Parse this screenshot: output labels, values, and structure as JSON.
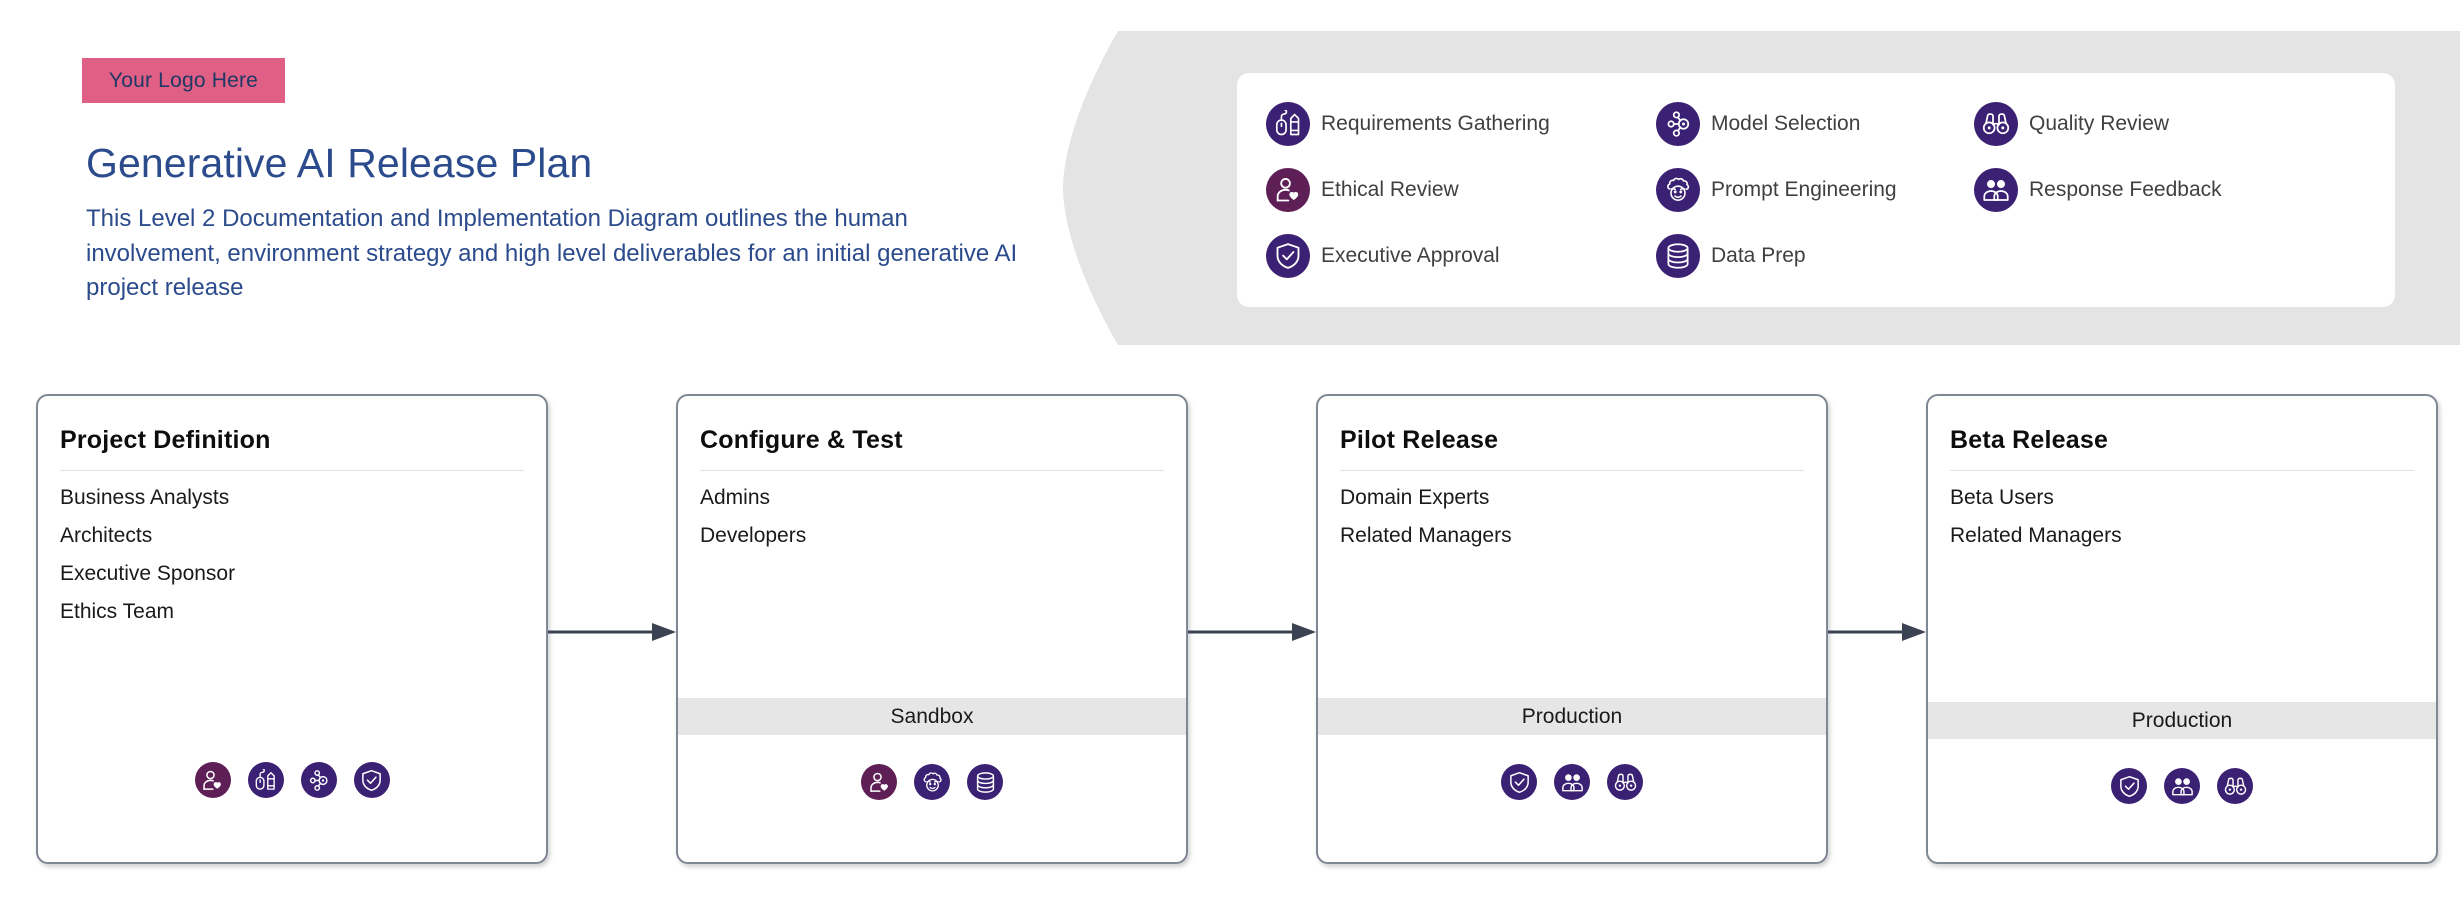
{
  "header": {
    "logo_badge": "Your Logo Here",
    "title": "Generative AI Release Plan",
    "subtitle": "This Level 2 Documentation and Implementation Diagram outlines the human involvement, environment strategy and high level deliverables for an initial generative AI project release"
  },
  "colors": {
    "brand_purple": "#3b2173",
    "brand_plum": "#5d1f55",
    "logo_pink": "#df5f85",
    "title_blue": "#2b4b8c",
    "banner_gray": "#e4e4e4",
    "band_gray": "#e6e6e6",
    "card_border": "#7e8793",
    "arrow": "#3b4252"
  },
  "legend": {
    "items": [
      {
        "label": "Requirements Gathering",
        "icon": "mouse-pencil-icon",
        "color": "#3b2173",
        "col": 1,
        "row": 1
      },
      {
        "label": "Ethical Review",
        "icon": "person-heart-icon",
        "color": "#5d1f55",
        "col": 1,
        "row": 2
      },
      {
        "label": "Executive Approval",
        "icon": "shield-check-icon",
        "color": "#3b2173",
        "col": 1,
        "row": 3
      },
      {
        "label": "Model Selection",
        "icon": "network-hub-icon",
        "color": "#3b2173",
        "col": 2,
        "row": 1
      },
      {
        "label": "Prompt Engineering",
        "icon": "brain-face-icon",
        "color": "#3b2173",
        "col": 2,
        "row": 2
      },
      {
        "label": "Data Prep",
        "icon": "database-icon",
        "color": "#3b2173",
        "col": 2,
        "row": 3
      },
      {
        "label": "Quality Review",
        "icon": "binoculars-icon",
        "color": "#3b2173",
        "col": 3,
        "row": 1
      },
      {
        "label": "Response Feedback",
        "icon": "two-people-icon",
        "color": "#3b2173",
        "col": 3,
        "row": 2
      }
    ]
  },
  "flow": {
    "cards": [
      {
        "title": "Project Definition",
        "roles": [
          "Business Analysts",
          "Architects",
          "Executive Sponsor",
          "Ethics Team"
        ],
        "environment": null,
        "icons": [
          {
            "icon": "person-heart-icon",
            "color": "#5d1f55",
            "label": "Ethical Review"
          },
          {
            "icon": "mouse-pencil-icon",
            "color": "#3b2173",
            "label": "Requirements Gathering"
          },
          {
            "icon": "network-hub-icon",
            "color": "#3b2173",
            "label": "Model Selection"
          },
          {
            "icon": "shield-check-icon",
            "color": "#3b2173",
            "label": "Executive Approval"
          }
        ]
      },
      {
        "title": "Configure & Test",
        "roles": [
          "Admins",
          "Developers"
        ],
        "environment": "Sandbox",
        "icons": [
          {
            "icon": "person-heart-icon",
            "color": "#5d1f55",
            "label": "Ethical Review"
          },
          {
            "icon": "brain-face-icon",
            "color": "#3b2173",
            "label": "Prompt Engineering"
          },
          {
            "icon": "database-icon",
            "color": "#3b2173",
            "label": "Data Prep"
          }
        ]
      },
      {
        "title": "Pilot Release",
        "roles": [
          "Domain Experts",
          "Related Managers"
        ],
        "environment": "Production",
        "icons": [
          {
            "icon": "shield-check-icon",
            "color": "#3b2173",
            "label": "Executive Approval"
          },
          {
            "icon": "two-people-icon",
            "color": "#3b2173",
            "label": "Response Feedback"
          },
          {
            "icon": "binoculars-icon",
            "color": "#3b2173",
            "label": "Quality Review"
          }
        ]
      },
      {
        "title": "Beta Release",
        "roles": [
          "Beta Users",
          "Related Managers"
        ],
        "environment": "Production",
        "icons": [
          {
            "icon": "shield-check-icon",
            "color": "#3b2173",
            "label": "Executive Approval"
          },
          {
            "icon": "two-people-icon",
            "color": "#3b2173",
            "label": "Response Feedback"
          },
          {
            "icon": "binoculars-icon",
            "color": "#3b2173",
            "label": "Quality Review"
          }
        ]
      }
    ],
    "connector_count": 3
  }
}
